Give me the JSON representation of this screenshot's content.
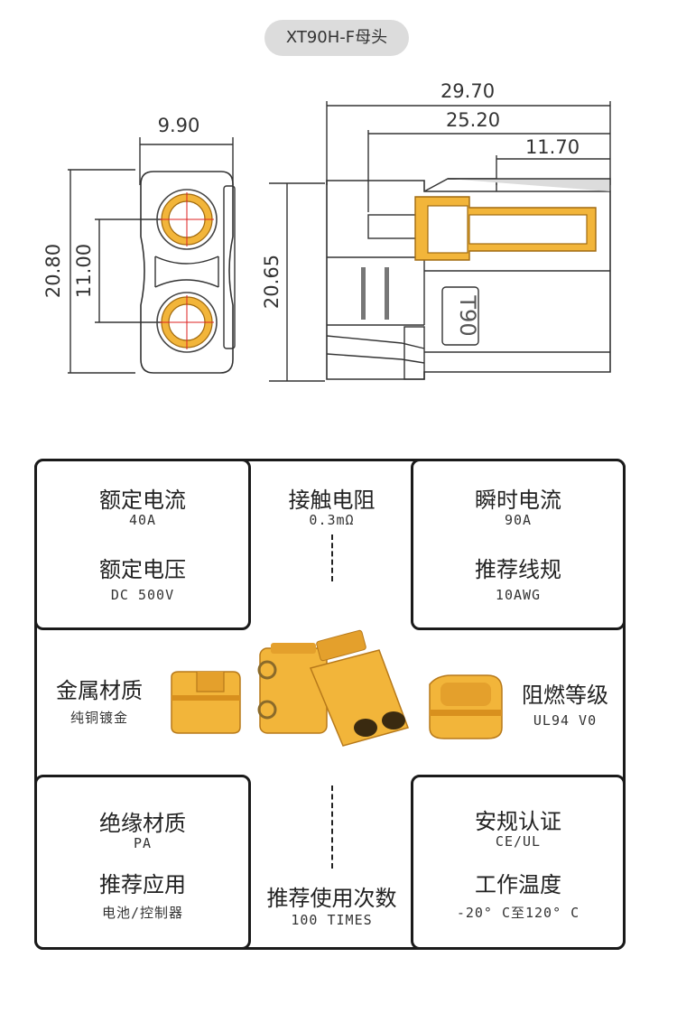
{
  "title": "XT90H-F母头",
  "dimensions": {
    "front_width": "9.90",
    "front_height": "20.80",
    "pin_spacing": "11.00",
    "side_length": "29.70",
    "side_body": "25.20",
    "side_pin": "11.70",
    "side_height": "20.65",
    "side_mark": "T90"
  },
  "specs": {
    "rated_current": {
      "label": "额定电流",
      "value": "40A"
    },
    "rated_voltage": {
      "label": "额定电压",
      "value": "DC 500V"
    },
    "contact_resistance": {
      "label": "接触电阻",
      "value": "0.3mΩ"
    },
    "instant_current": {
      "label": "瞬时电流",
      "value": "90A"
    },
    "wire_gauge": {
      "label": "推荐线规",
      "value": "10AWG"
    },
    "metal_material": {
      "label": "金属材质",
      "value": "纯铜镀金"
    },
    "flame_rating": {
      "label": "阻燃等级",
      "value": "UL94 V0"
    },
    "insulation": {
      "label": "绝缘材质",
      "value": "PA"
    },
    "application": {
      "label": "推荐应用",
      "value": "电池/控制器"
    },
    "usage_count": {
      "label": "推荐使用次数",
      "value": "100 TIMES"
    },
    "certification": {
      "label": "安规认证",
      "value": "CE/UL"
    },
    "temperature": {
      "label": "工作温度",
      "value": "-20° C至120° C"
    }
  },
  "colors": {
    "connector_yellow": "#f2b53a",
    "connector_dark": "#d8901e",
    "border": "#1a1a1a"
  }
}
